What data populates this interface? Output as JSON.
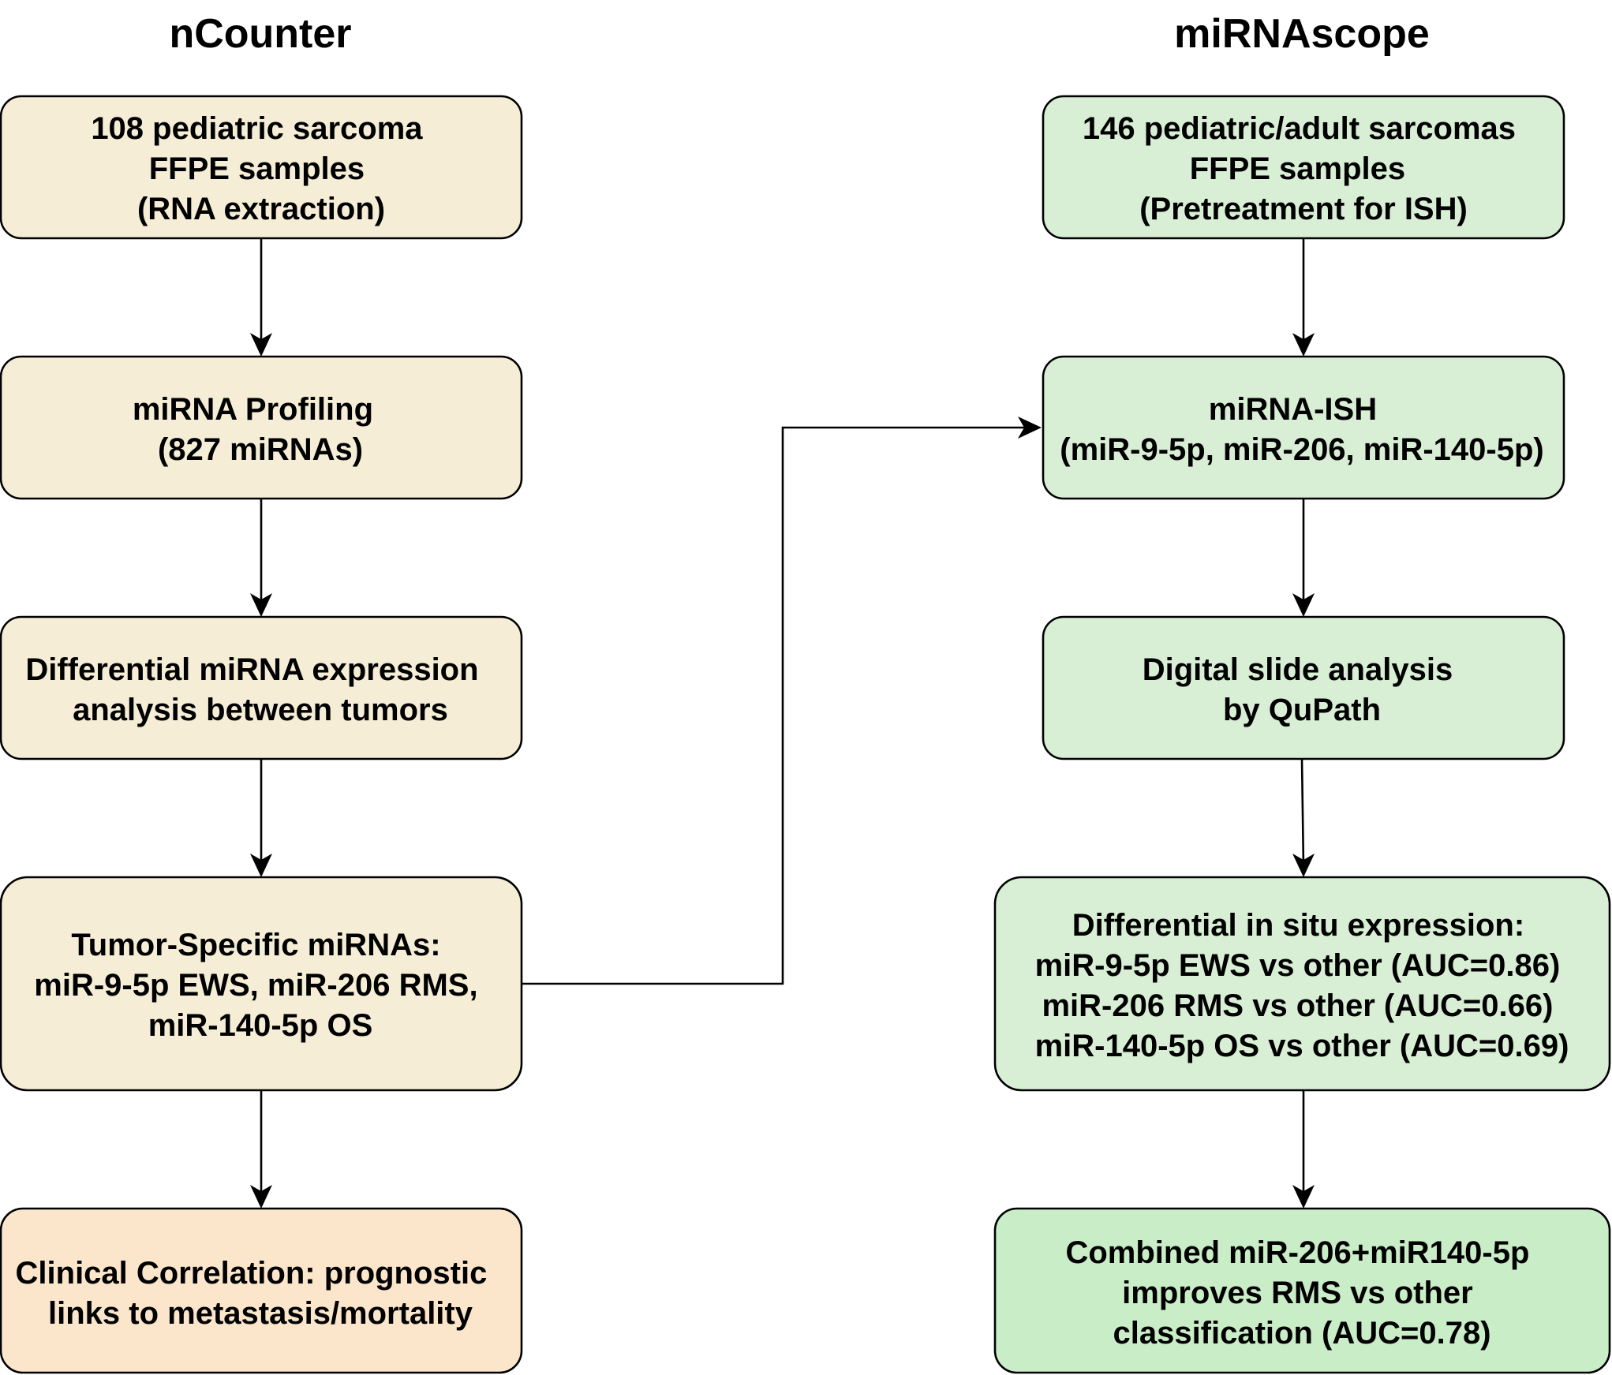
{
  "columns": {
    "left": {
      "title": "nCounter"
    },
    "right": {
      "title": "miRNAscope"
    }
  },
  "nodes": {
    "samples_left": {
      "lines": [
        "108 pediatric sarcoma",
        "FFPE samples",
        "(RNA extraction)"
      ]
    },
    "profiling": {
      "lines": [
        "miRNA Profiling",
        "(827 miRNAs)"
      ]
    },
    "diff_expr": {
      "lines": [
        "Differential miRNA expression",
        "analysis between tumors"
      ]
    },
    "tumor_specific": {
      "lines": [
        "Tumor-Specific miRNAs:",
        "miR-9-5p EWS, miR-206 RMS,",
        "miR-140-5p OS"
      ]
    },
    "clinical": {
      "lines": [
        "Clinical Correlation: prognostic",
        "links to metastasis/mortality"
      ]
    },
    "samples_right": {
      "lines": [
        "146 pediatric/adult sarcomas",
        "FFPE samples",
        "(Pretreatment for ISH)"
      ]
    },
    "ish": {
      "lines": [
        "miRNA-ISH",
        "(miR-9-5p, miR-206, miR-140-5p)"
      ]
    },
    "digital": {
      "lines": [
        "Digital slide analysis",
        "by QuPath"
      ]
    },
    "in_situ": {
      "lines": [
        "Differential in situ expression:",
        "miR-9-5p EWS vs other (AUC=0.86)",
        "miR-206 RMS vs other (AUC=0.66)",
        "miR-140-5p OS vs other (AUC=0.69)"
      ]
    },
    "combined": {
      "lines": [
        "Combined miR-206+miR140-5p",
        "improves RMS vs other",
        "classification (AUC=0.78)"
      ]
    }
  },
  "edges": [
    {
      "from": "samples_left",
      "to": "profiling"
    },
    {
      "from": "profiling",
      "to": "diff_expr"
    },
    {
      "from": "diff_expr",
      "to": "tumor_specific"
    },
    {
      "from": "tumor_specific",
      "to": "clinical"
    },
    {
      "from": "tumor_specific",
      "to": "ish"
    },
    {
      "from": "samples_right",
      "to": "ish"
    },
    {
      "from": "ish",
      "to": "digital"
    },
    {
      "from": "digital",
      "to": "in_situ"
    },
    {
      "from": "in_situ",
      "to": "combined"
    }
  ]
}
